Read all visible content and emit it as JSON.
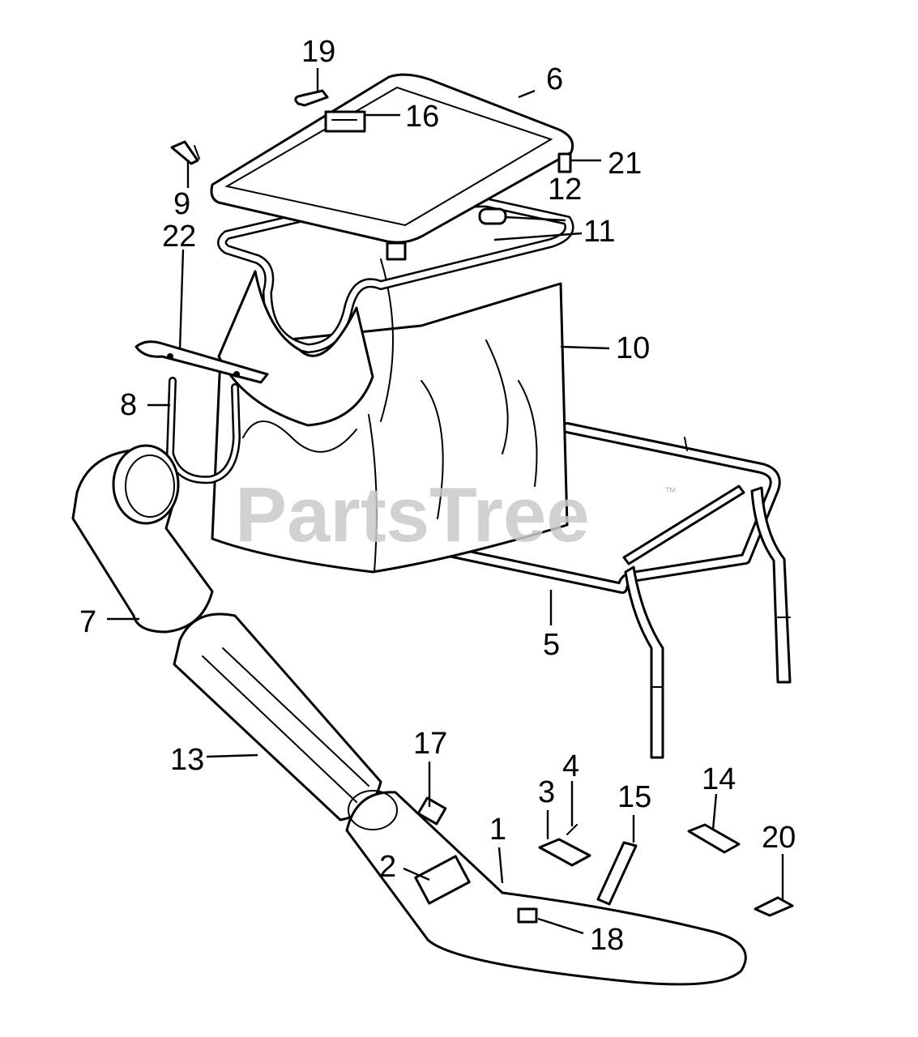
{
  "watermark": {
    "text": "PartsTree",
    "mark": "™"
  },
  "callouts": [
    "1",
    "2",
    "3",
    "4",
    "5",
    "6",
    "7",
    "8",
    "9",
    "10",
    "11",
    "12",
    "13",
    "14",
    "15",
    "16",
    "17",
    "18",
    "19",
    "20",
    "21",
    "22"
  ]
}
